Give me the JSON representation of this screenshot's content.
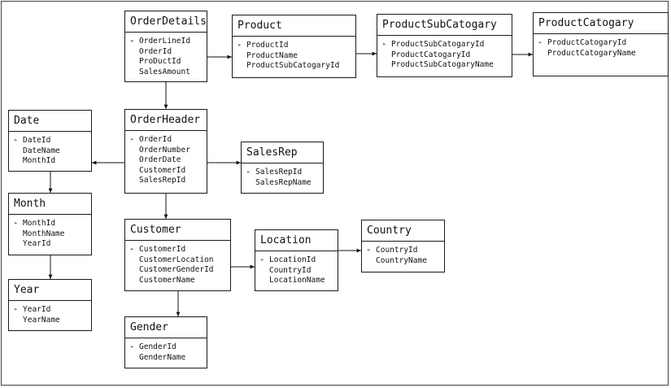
{
  "bullet": "➢",
  "entities": {
    "orderdetails": {
      "title": "OrderDetails",
      "fields": [
        "OrderLineId",
        "OrderId",
        "ProDuctId",
        "SalesAmount"
      ]
    },
    "product": {
      "title": "Product",
      "fields": [
        "ProductId",
        "ProductName",
        "ProductSubCatogaryId"
      ]
    },
    "productsubcatogary": {
      "title": "ProductSubCatogary",
      "fields": [
        "ProductSubCatogaryId",
        "ProductCatogaryId",
        "ProductSubCatogaryName"
      ]
    },
    "productcatogary": {
      "title": "ProductCatogary",
      "fields": [
        "ProductCatogaryId",
        "ProductCatogaryName"
      ]
    },
    "date": {
      "title": "Date",
      "fields": [
        "DateId",
        "DateName",
        "MonthId"
      ]
    },
    "orderheader": {
      "title": "OrderHeader",
      "fields": [
        "OrderId",
        "OrderNumber",
        "OrderDate",
        "CustomerId",
        "SalesRepId"
      ]
    },
    "salesrep": {
      "title": "SalesRep",
      "fields": [
        "SalesRepId",
        "SalesRepName"
      ]
    },
    "month": {
      "title": "Month",
      "fields": [
        "MonthId",
        "MonthName",
        "YearId"
      ]
    },
    "customer": {
      "title": "Customer",
      "fields": [
        "CustomerId",
        "CustomerLocation",
        "CustomerGenderId",
        "CustomerName"
      ]
    },
    "location": {
      "title": "Location",
      "fields": [
        "LocationId",
        "CountryId",
        "LocationName"
      ]
    },
    "country": {
      "title": "Country",
      "fields": [
        "CountryId",
        "CountryName"
      ]
    },
    "year": {
      "title": "Year",
      "fields": [
        "YearId",
        "YearName"
      ]
    },
    "gender": {
      "title": "Gender",
      "fields": [
        "GenderId",
        "GenderName"
      ]
    }
  },
  "relationships": [
    {
      "from": "orderdetails",
      "to": "product"
    },
    {
      "from": "product",
      "to": "productsubcatogary"
    },
    {
      "from": "productsubcatogary",
      "to": "productcatogary"
    },
    {
      "from": "orderdetails",
      "to": "orderheader"
    },
    {
      "from": "orderheader",
      "to": "date"
    },
    {
      "from": "orderheader",
      "to": "salesrep"
    },
    {
      "from": "orderheader",
      "to": "customer"
    },
    {
      "from": "date",
      "to": "month"
    },
    {
      "from": "month",
      "to": "year"
    },
    {
      "from": "customer",
      "to": "location"
    },
    {
      "from": "customer",
      "to": "gender"
    },
    {
      "from": "location",
      "to": "country"
    }
  ]
}
